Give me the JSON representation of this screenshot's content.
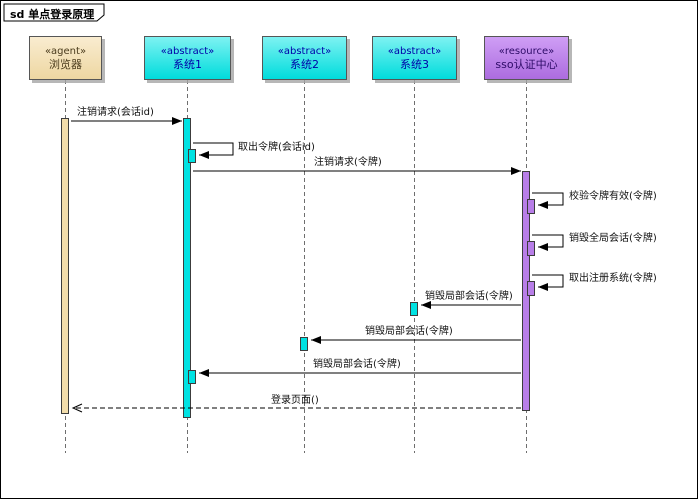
{
  "frame": {
    "title": "sd 单点登录原理"
  },
  "lifelines": [
    {
      "stereotype": "«agent»",
      "name": "浏览器",
      "fill": "#F2DDAB"
    },
    {
      "stereotype": "«abstract»",
      "name": "系统1",
      "fill": "#00E2E2"
    },
    {
      "stereotype": "«abstract»",
      "name": "系统2",
      "fill": "#00E2E2"
    },
    {
      "stereotype": "«abstract»",
      "name": "系统3",
      "fill": "#00E2E2"
    },
    {
      "stereotype": "«resource»",
      "name": "sso认证中心",
      "fill": "#B87EE8"
    }
  ],
  "messages": [
    {
      "label": "注销请求(会话id)",
      "from": "浏览器",
      "to": "系统1",
      "kind": "sync"
    },
    {
      "label": "取出令牌(会话id)",
      "from": "系统1",
      "to": "系统1",
      "kind": "self"
    },
    {
      "label": "注销请求(令牌)",
      "from": "系统1",
      "to": "sso认证中心",
      "kind": "sync"
    },
    {
      "label": "校验令牌有效(令牌)",
      "from": "sso认证中心",
      "to": "sso认证中心",
      "kind": "self"
    },
    {
      "label": "销毁全局会话(令牌)",
      "from": "sso认证中心",
      "to": "sso认证中心",
      "kind": "self"
    },
    {
      "label": "取出注册系统(令牌)",
      "from": "sso认证中心",
      "to": "sso认证中心",
      "kind": "self"
    },
    {
      "label": "销毁局部会话(令牌)",
      "from": "sso认证中心",
      "to": "系统3",
      "kind": "sync"
    },
    {
      "label": "销毁局部会话(令牌)",
      "from": "sso认证中心",
      "to": "系统2",
      "kind": "sync"
    },
    {
      "label": "销毁局部会话(令牌)",
      "from": "sso认证中心",
      "to": "系统1",
      "kind": "sync"
    },
    {
      "label": "登录页面()",
      "from": "sso认证中心",
      "to": "浏览器",
      "kind": "return"
    }
  ],
  "colors": {
    "agent_fill": "#F2DDAB",
    "abstract_fill": "#00E2E2",
    "resource_fill": "#B87EE8",
    "line": "#000000",
    "lifeline": "#6E6E6E",
    "background": "#FFFFFF"
  }
}
